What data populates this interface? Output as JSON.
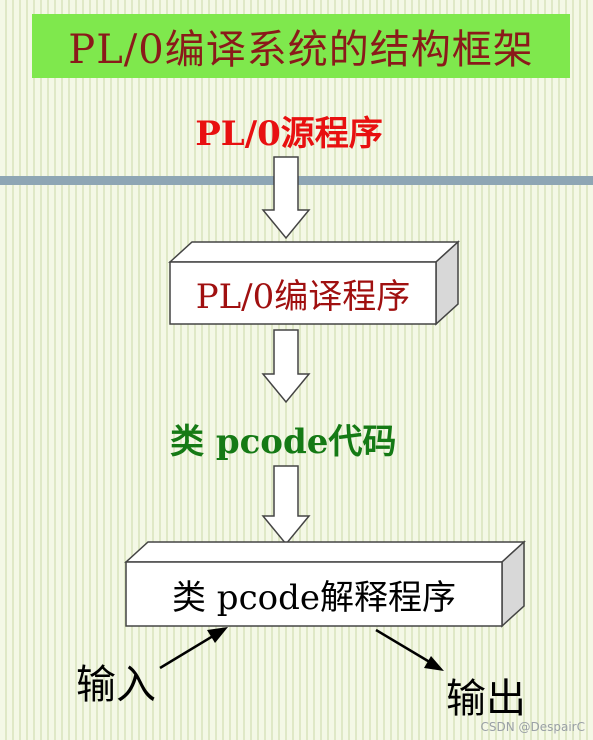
{
  "title": "PL/0编译系统的结构框架",
  "source_label": "PL/0源程序",
  "compiler_box_label": "PL/0编译程序",
  "pcode_label": "类 pcode代码",
  "interpreter_box_label": "类 pcode解释程序",
  "input_label": "输入",
  "output_label": "输出",
  "watermark": "CSDN @DespairC",
  "colors": {
    "title_bg": "#7fe84d",
    "title_text": "#8a1a1a",
    "source_text": "#e81010",
    "compiler_text": "#a01010",
    "pcode_text": "#157a15",
    "separator_bar": "#8ea6b4"
  }
}
